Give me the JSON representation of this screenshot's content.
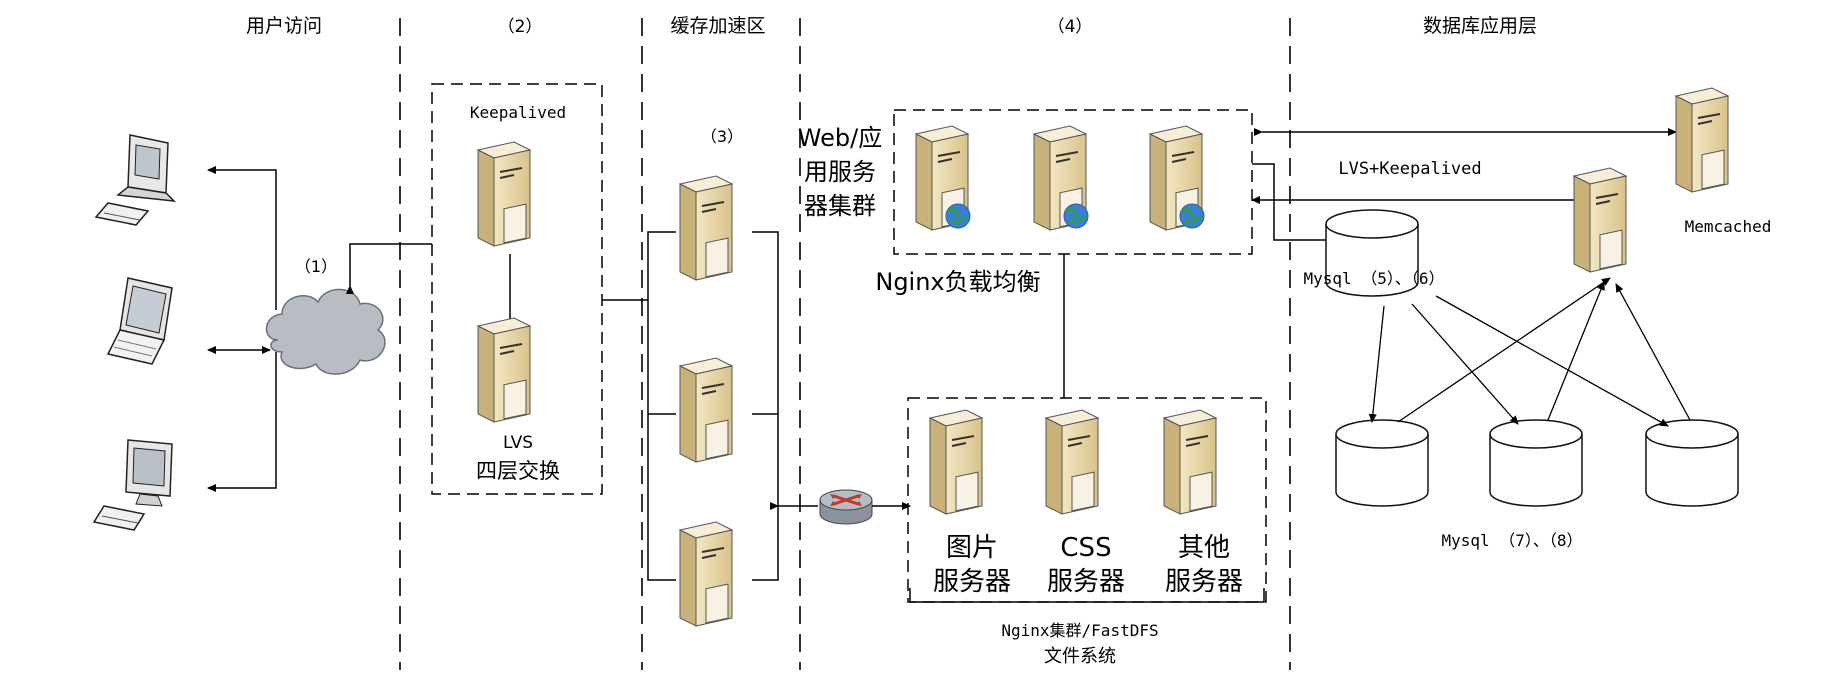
{
  "sections": {
    "user_access": "用户访问",
    "step2": "（2）",
    "cache_accel": "缓存加速区",
    "step4": "（4）",
    "db_layer": "数据库应用层"
  },
  "labels": {
    "step1": "（1）",
    "keepalived": "Keepalived",
    "lvs": "LVS",
    "layer4_switch": "四层交换",
    "step3": "（3）",
    "web_cluster_line1": "Web/应",
    "web_cluster_line2": "用服务",
    "web_cluster_line3": "器集群",
    "nginx_lb": "Nginx负载均衡",
    "img_server_line1": "图片",
    "img_server_line2": "服务器",
    "css_server_line1": "CSS",
    "css_server_line2": "服务器",
    "other_server_line1": "其他",
    "other_server_line2": "服务器",
    "nginx_cluster_line1": "Nginx集群/FastDFS",
    "nginx_cluster_line2": "文件系统",
    "lvs_keepalived": "LVS+Keepalived",
    "memcached": "Memcached",
    "mysql_master": "Mysql （5）、（6）",
    "mysql_slaves": "Mysql （7）、（8）"
  },
  "icons": {
    "desktop": "desktop-computer-icon",
    "laptop": "laptop-icon",
    "cloud": "internet-cloud-icon",
    "server": "server-tower-icon",
    "web_server": "web-server-globe-icon",
    "router": "router-icon",
    "database": "database-cylinder-icon"
  },
  "colors": {
    "server_body": "#e9dab0",
    "server_top": "#f5ecd0",
    "server_side": "#c9b27a",
    "line": "#000000",
    "cloud": "#b8bdc4",
    "router": "#9aa3ad",
    "router_arrows": "#c0392b",
    "globe": "#3b7dd8"
  }
}
